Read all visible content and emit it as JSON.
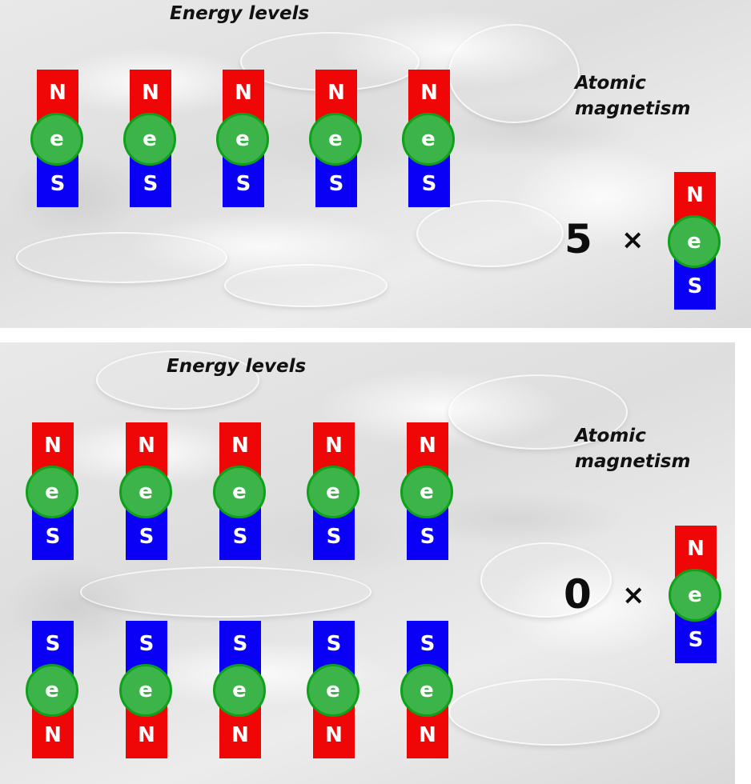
{
  "top_panel": {
    "title": "Energy levels",
    "result_label_line1": "Atomic",
    "result_label_line2": "magnetism",
    "count": "5",
    "times": "×"
  },
  "bottom_panel": {
    "title": "Energy levels",
    "result_label_line1": "Atomic",
    "result_label_line2": "magnetism",
    "count": "0",
    "times": "×"
  },
  "magnet": {
    "north": "N",
    "south": "S",
    "electron": "e"
  },
  "colors": {
    "north": "#ef0707",
    "south": "#0a00f5",
    "electron": "#3cb44a"
  }
}
